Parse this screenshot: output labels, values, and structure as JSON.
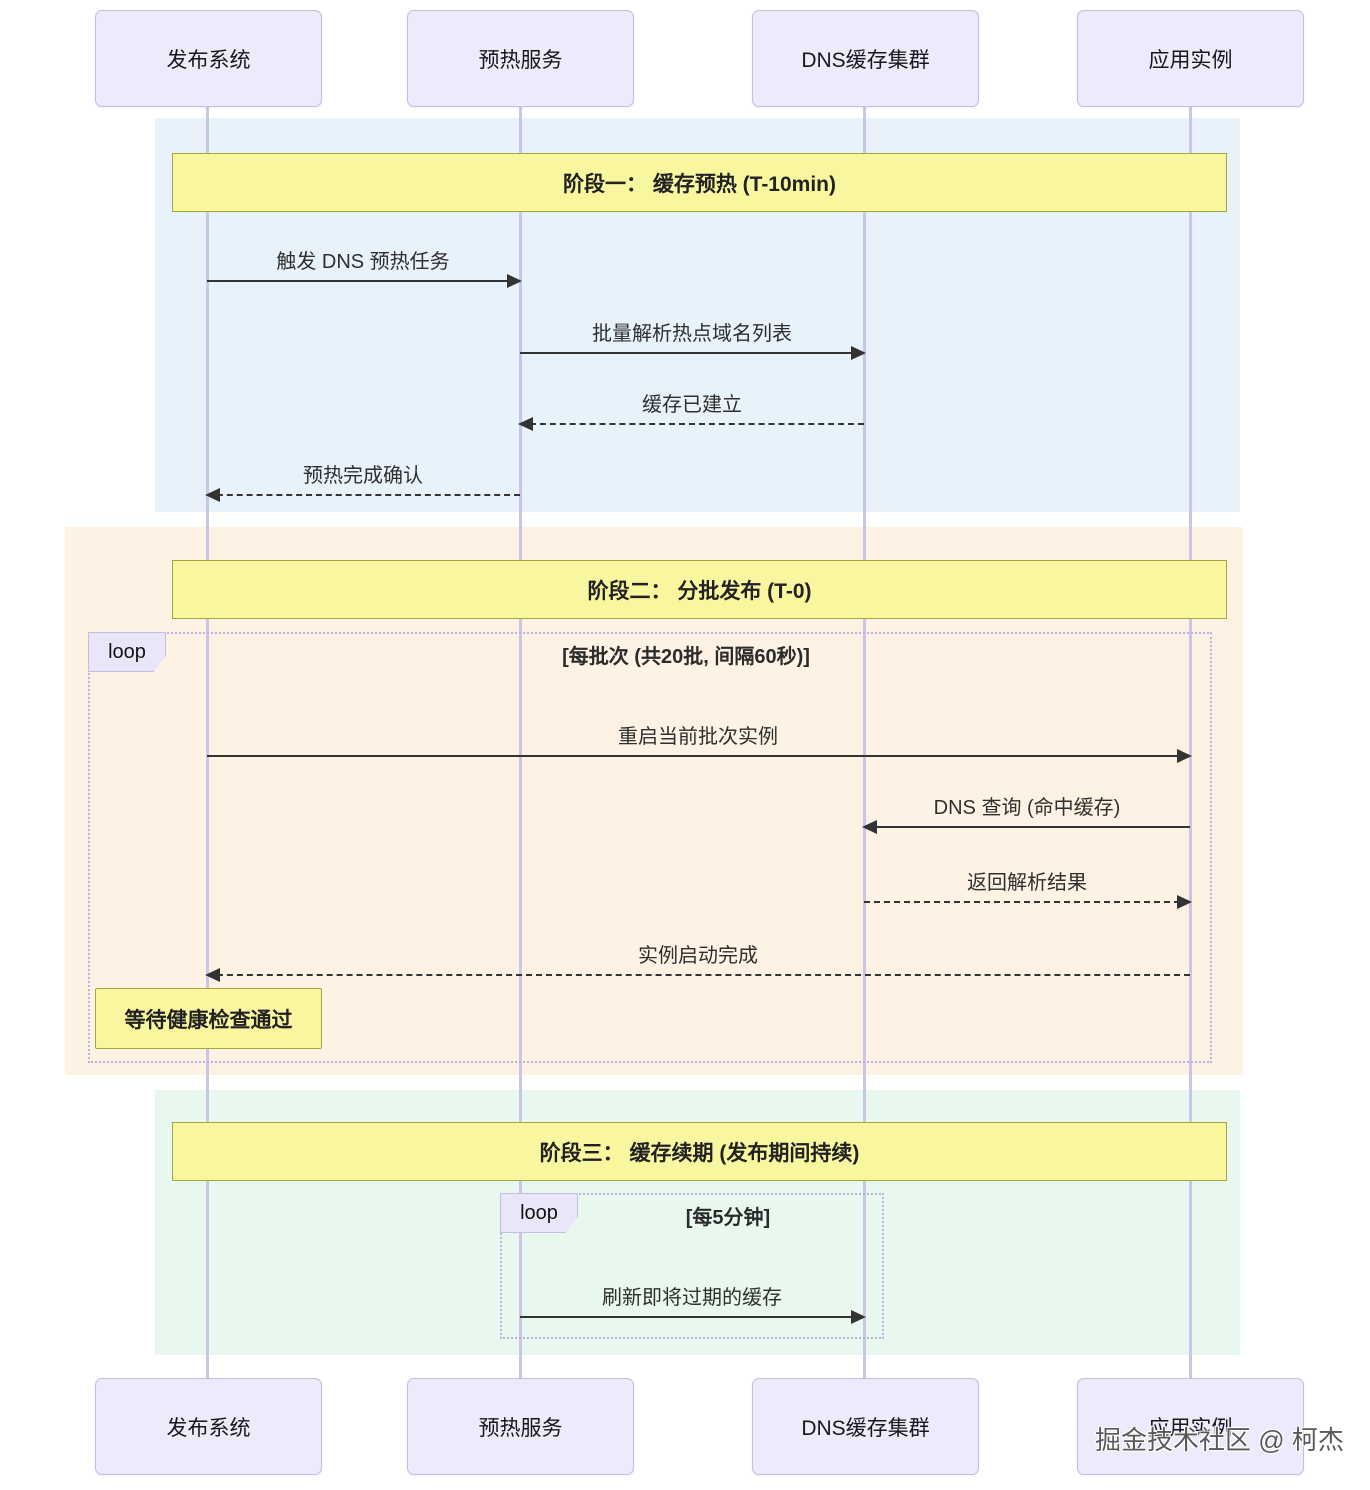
{
  "diagram": {
    "actors": [
      {
        "name": "发布系统"
      },
      {
        "name": "预热服务"
      },
      {
        "name": "DNS缓存集群"
      },
      {
        "name": "应用实例"
      }
    ],
    "phases": [
      {
        "title": "阶段一： 缓存预热 (T-10min)"
      },
      {
        "title": "阶段二： 分批发布 (T-0)"
      },
      {
        "title": "阶段三： 缓存续期 (发布期间持续)"
      }
    ],
    "loops": [
      {
        "label": "loop",
        "condition": "[每批次 (共20批, 间隔60秒)]"
      },
      {
        "label": "loop",
        "condition": "[每5分钟]"
      }
    ],
    "messages": [
      {
        "text": "触发 DNS 预热任务",
        "from": "发布系统",
        "to": "预热服务",
        "style": "solid"
      },
      {
        "text": "批量解析热点域名列表",
        "from": "预热服务",
        "to": "DNS缓存集群",
        "style": "solid"
      },
      {
        "text": "缓存已建立",
        "from": "DNS缓存集群",
        "to": "预热服务",
        "style": "dashed"
      },
      {
        "text": "预热完成确认",
        "from": "预热服务",
        "to": "发布系统",
        "style": "dashed"
      },
      {
        "text": "重启当前批次实例",
        "from": "发布系统",
        "to": "应用实例",
        "style": "solid"
      },
      {
        "text": "DNS 查询 (命中缓存)",
        "from": "应用实例",
        "to": "DNS缓存集群",
        "style": "solid"
      },
      {
        "text": "返回解析结果",
        "from": "DNS缓存集群",
        "to": "应用实例",
        "style": "dashed"
      },
      {
        "text": "实例启动完成",
        "from": "应用实例",
        "to": "发布系统",
        "style": "dashed"
      },
      {
        "text": "刷新即将过期的缓存",
        "from": "预热服务",
        "to": "DNS缓存集群",
        "style": "solid"
      }
    ],
    "note": {
      "text": "等待健康检查通过"
    },
    "watermark": "掘金技术社区 @ 柯杰",
    "colors": {
      "phase1_bg": "#e8f2fb",
      "phase2_bg": "#fdf2e4",
      "phase3_bg": "#e9f8ee",
      "banner_bg": "#f9f6a0",
      "banner_border": "#a6a73a",
      "actor_bg": "#edeafb",
      "actor_border": "#c3bde4",
      "lifeline": "#ccc6e6",
      "arrow": "#333333",
      "loop_border": "#b9b2e2"
    }
  }
}
